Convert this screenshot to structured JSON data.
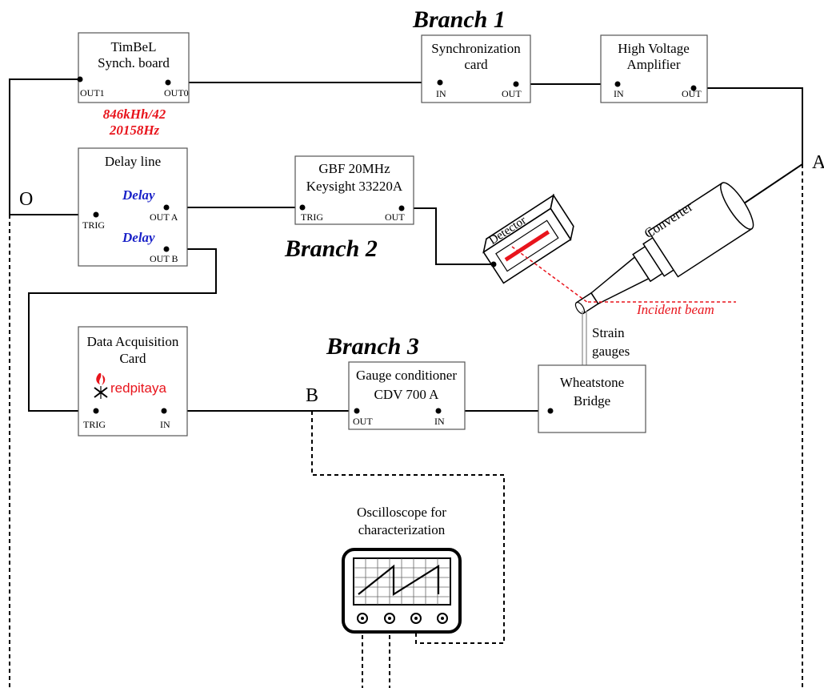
{
  "branches": {
    "branch1": "Branch 1",
    "branch2": "Branch 2",
    "branch3": "Branch 3"
  },
  "nodes": {
    "O": "O",
    "A": "A",
    "B": "B"
  },
  "timbel": {
    "title1": "TimBeL",
    "title2": "Synch. board",
    "out1": "OUT1",
    "out0": "OUT0",
    "freq1": "846kHh/42",
    "freq2": "20158Hz"
  },
  "sync_card": {
    "title1": "Synchronization",
    "title2": "card",
    "in": "IN",
    "out": "OUT"
  },
  "hv_amp": {
    "title1": "High Voltage",
    "title2": "Amplifier",
    "in": "IN",
    "out": "OUT"
  },
  "delay_line": {
    "title": "Delay line",
    "delay_a": "Delay",
    "delay_b": "Delay",
    "trig": "TRIG",
    "out_a": "OUT A",
    "out_b": "OUT B"
  },
  "gbf": {
    "title1": "GBF 20MHz",
    "title2": "Keysight 33220A",
    "trig": "TRIG",
    "out": "OUT"
  },
  "detector": {
    "label": "Detector"
  },
  "converter": {
    "label": "Converter"
  },
  "incident_beam": "Incident beam",
  "strain_gauges": {
    "line1": "Strain",
    "line2": "gauges"
  },
  "daq": {
    "title1": "Data Acquisition",
    "title2": "Card",
    "logo_text": "redpitaya",
    "trig": "TRIG",
    "in": "IN"
  },
  "gauge_cond": {
    "title1": "Gauge conditioner",
    "title2": "CDV 700 A",
    "out": "OUT",
    "in": "IN"
  },
  "wheatstone": {
    "title1": "Wheatstone",
    "title2": "Bridge"
  },
  "oscilloscope": {
    "title1": "Oscilloscope for",
    "title2": "characterization"
  },
  "colors": {
    "red_text": "#e8141c",
    "blue_text": "#1a22c8",
    "beam_red": "#e8141c",
    "wire": "#000000"
  }
}
